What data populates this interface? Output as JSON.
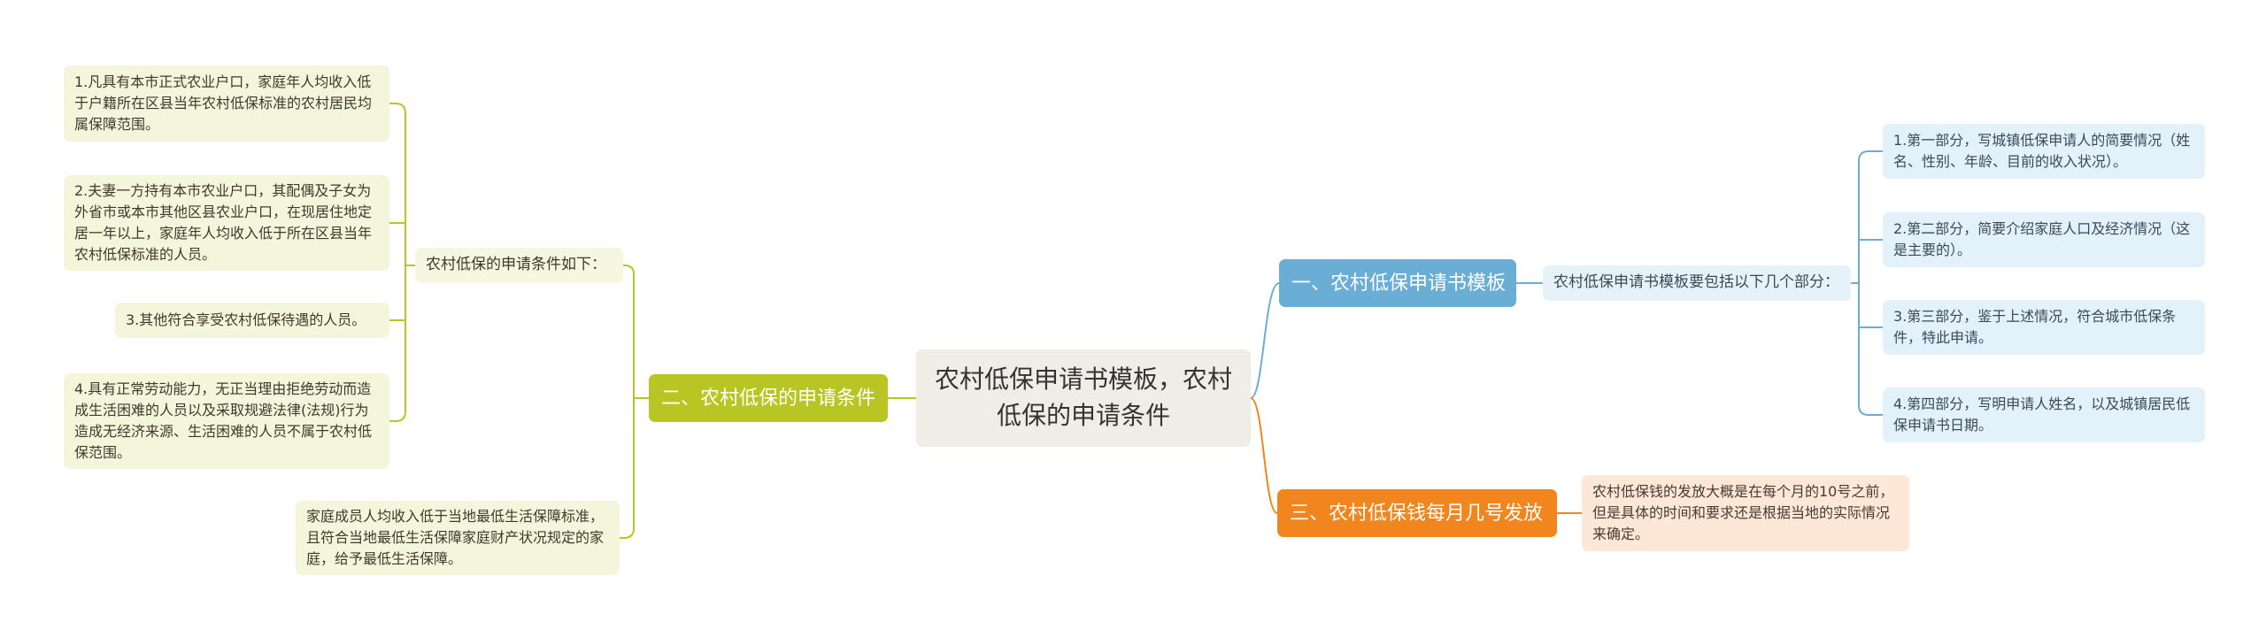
{
  "center": "农村低保申请书模板，农村低保的申请条件",
  "branches": {
    "b1": {
      "label": "一、农村低保申请书模板",
      "color": "#6aaed6"
    },
    "b2": {
      "label": "二、农村低保的申请条件",
      "color": "#b8c523"
    },
    "b3": {
      "label": "三、农村低保钱每月几号发放",
      "color": "#f2861e"
    }
  },
  "subs": {
    "s1": "农村低保申请书模板要包括以下几个部分：",
    "s2": "农村低保的申请条件如下："
  },
  "leaves": {
    "l1": "1.第一部分，写城镇低保申请人的简要情况（姓名、性别、年龄、目前的收入状况）。",
    "l2": "2.第二部分，简要介绍家庭人口及经济情况（这是主要的）。",
    "l3": "3.第三部分，鉴于上述情况，符合城市低保条件，特此申请。",
    "l4": "4.第四部分，写明申请人姓名，以及城镇居民低保申请书日期。",
    "g1": "1.凡具有本市正式农业户口，家庭年人均收入低于户籍所在区县当年农村低保标准的农村居民均属保障范围。",
    "g2": "2.夫妻一方持有本市农业户口，其配偶及子女为外省市或本市其他区县农业户口，在现居住地定居一年以上，家庭年人均收入低于所在区县当年农村低保标准的人员。",
    "g3": "3.其他符合享受农村低保待遇的人员。",
    "g4": "4.具有正常劳动能力，无正当理由拒绝劳动而造成生活困难的人员以及采取规避法律(法规)行为造成无经济来源、生活困难的人员不属于农村低保范围。",
    "g5": "家庭成员人均收入低于当地最低生活保障标准，且符合当地最低生活保障家庭财产状况规定的家庭，给予最低生活保障。",
    "o1": "农村低保钱的发放大概是在每个月的10号之前，但是具体的时间和要求还是根据当地的实际情况来确定。"
  }
}
